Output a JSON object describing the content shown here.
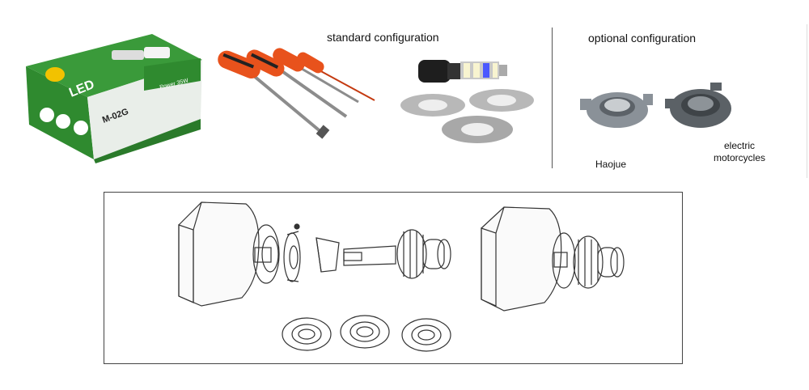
{
  "sections": {
    "standard_title": "standard configuration",
    "optional_title": "optional configuration"
  },
  "captions": {
    "haojue": "Haojue",
    "electric_line1": "electric",
    "electric_line2": "motorcycles"
  },
  "box": {
    "brand_text": "LED",
    "model_text": "M-02G",
    "corner_text": "Power 35W"
  },
  "colors": {
    "box_green": "#2f8a2f",
    "handle_orange": "#e8521c",
    "metal": "#b8b8b8",
    "adapter_gray": "#8a9198"
  }
}
